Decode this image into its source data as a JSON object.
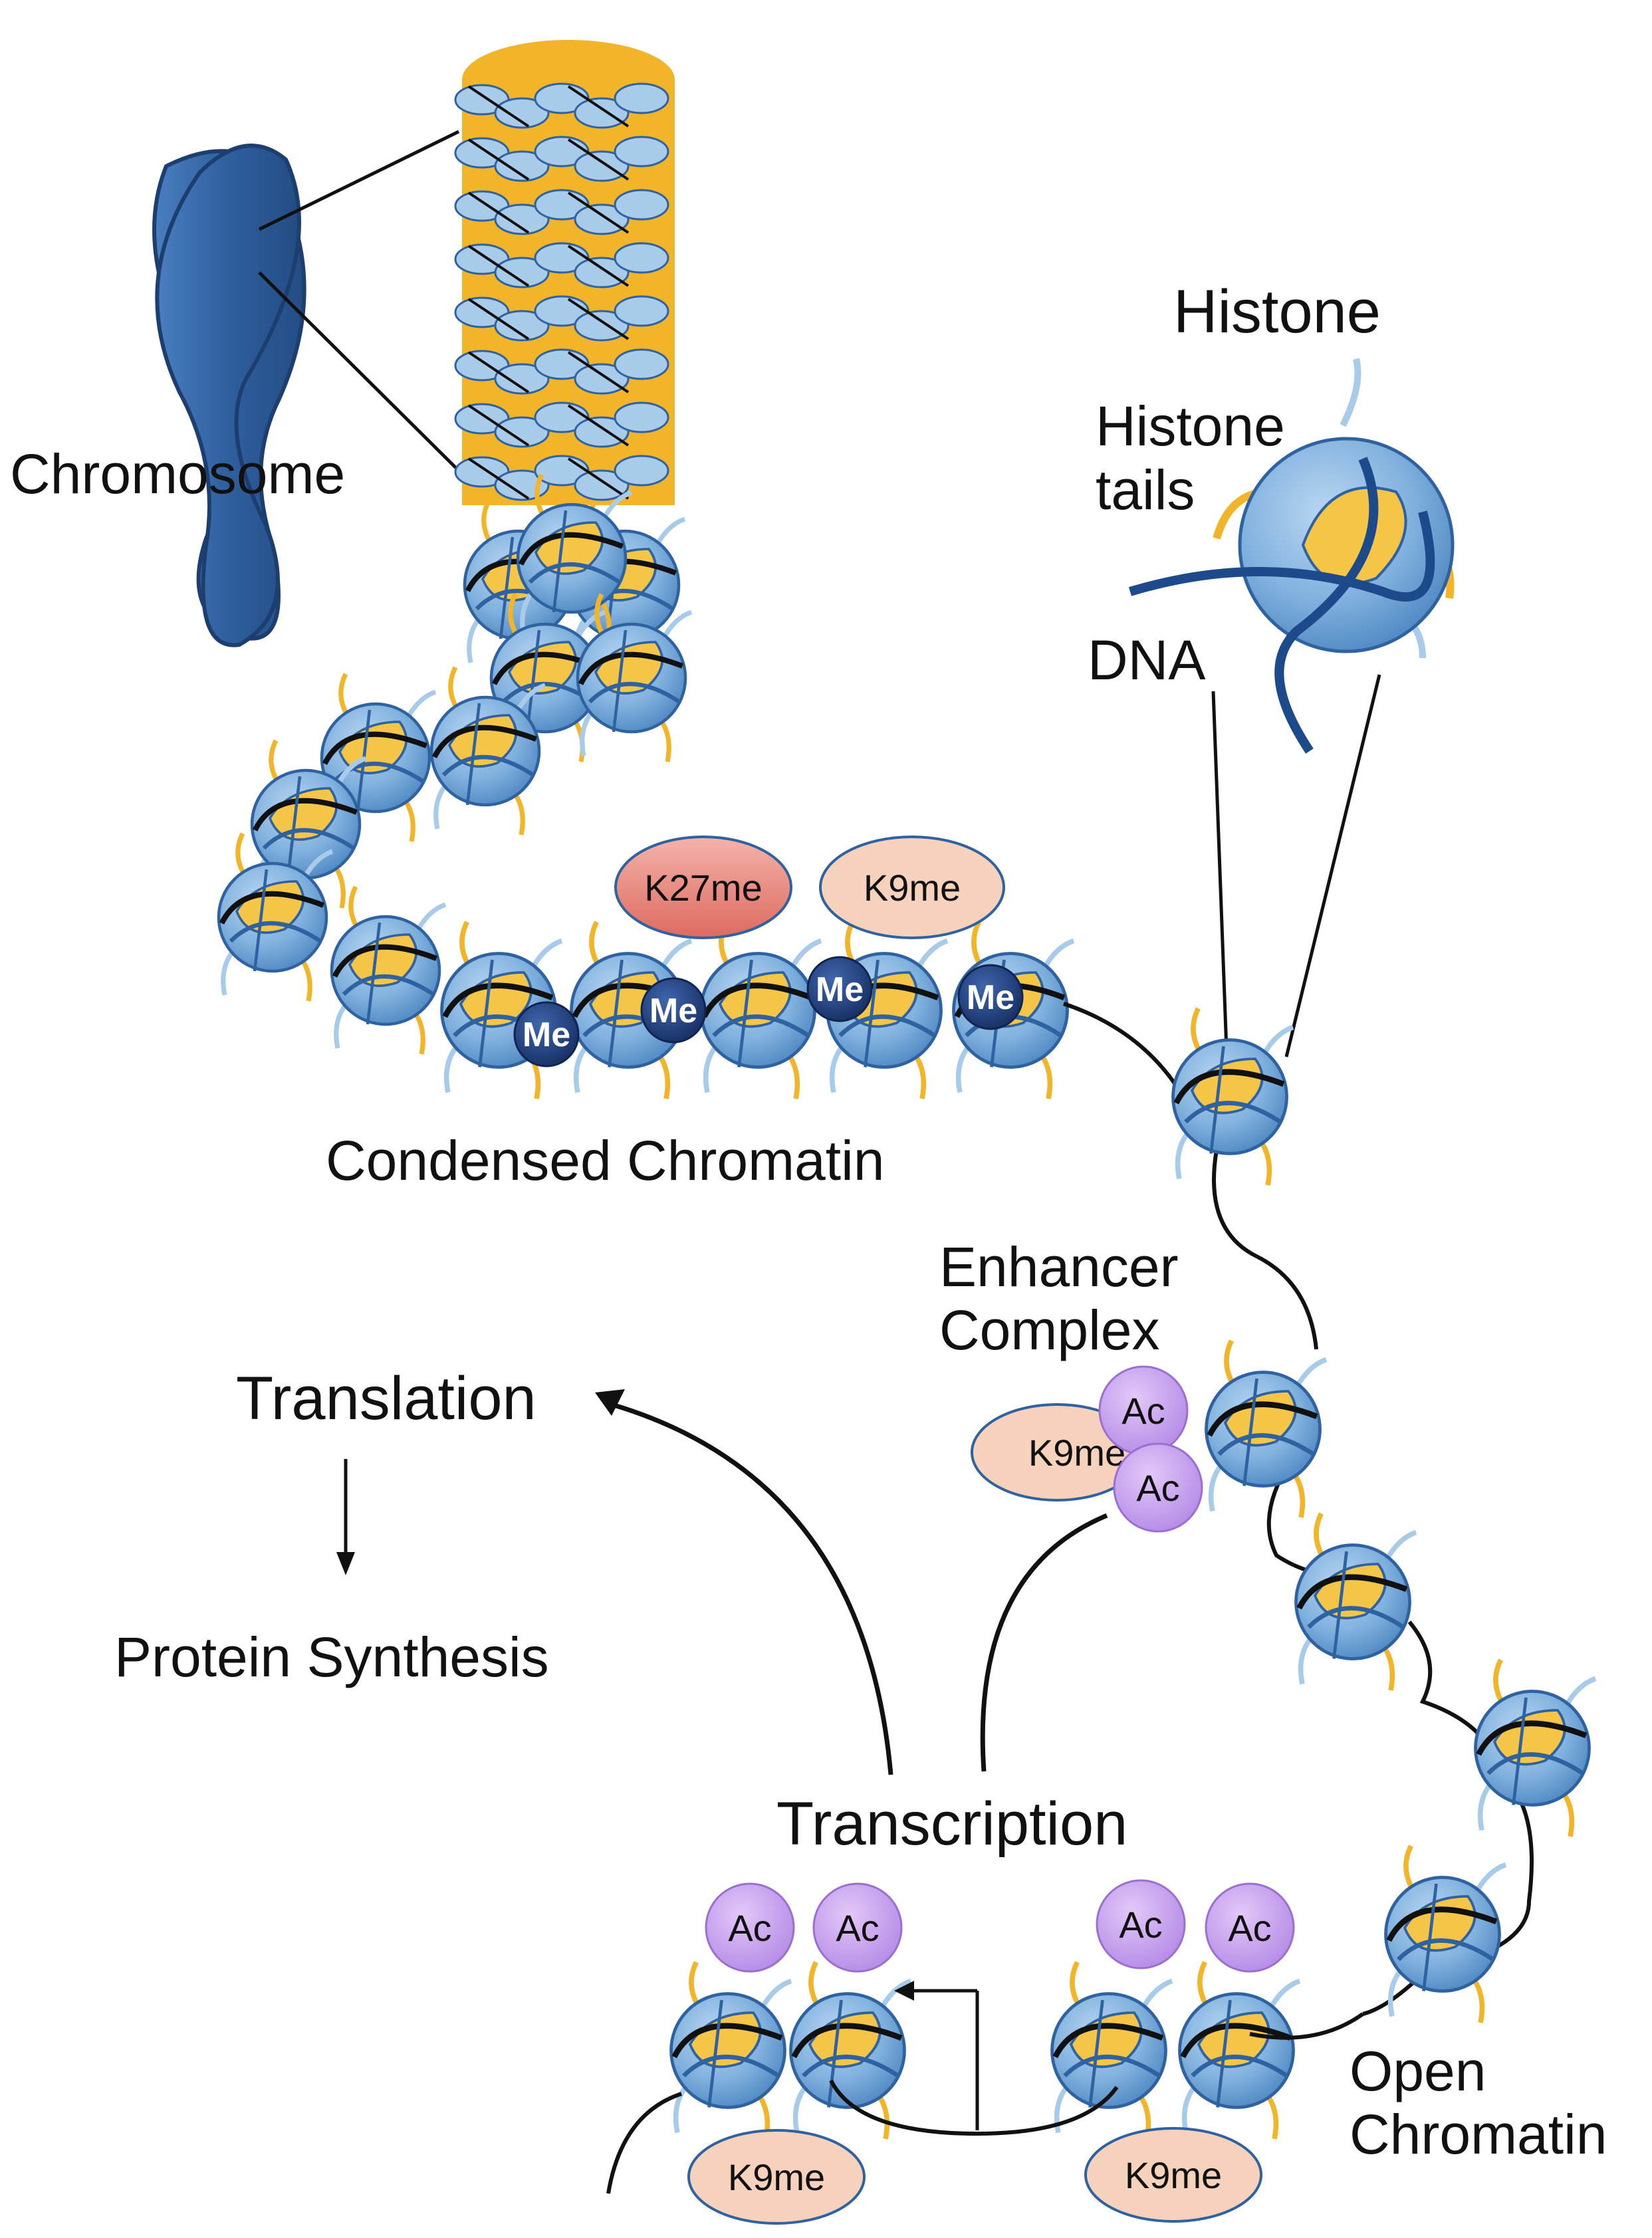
{
  "labels": {
    "chromosome": "Chromosome",
    "histone": "Histone",
    "histone_tails_line1": "Histone",
    "histone_tails_line2": "tails",
    "dna": "DNA",
    "condensed_chromatin": "Condensed Chromatin",
    "enhancer_line1": "Enhancer",
    "enhancer_line2": "Complex",
    "translation": "Translation",
    "protein_synthesis": "Protein Synthesis",
    "transcription": "Transcription",
    "open_line1": "Open",
    "open_line2": "Chromatin"
  },
  "marks": {
    "k27me": "K27me",
    "k9me": "K9me",
    "me": "Me",
    "ac": "Ac"
  },
  "colors": {
    "nucleosome_fill": "#7fb0dd",
    "nucleosome_stroke": "#2f62a0",
    "dna_wrap": "#f5c547",
    "tail_yellow": "#f2b52a",
    "tail_blue": "#a9cbea",
    "chromosome": "#2f5f9e",
    "k27me_fill": "#e88b80",
    "k9me_fill": "#f6d2bd",
    "me_fill": "#1f3f7a",
    "ac_fill": "#c9a3ec",
    "fiber_gold": "#f2b52a"
  }
}
